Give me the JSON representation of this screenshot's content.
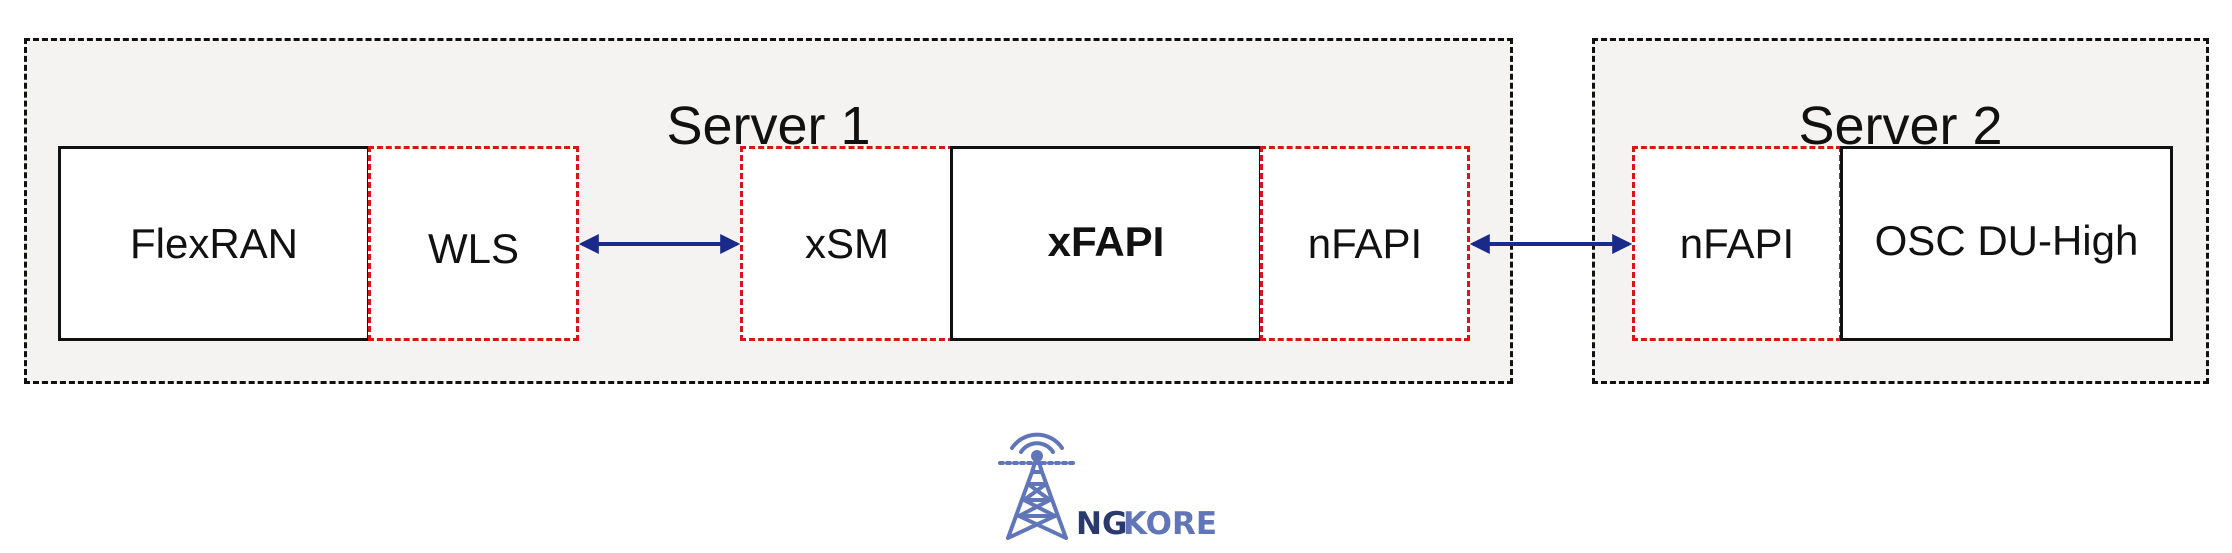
{
  "servers": {
    "server1": {
      "title": "Server 1"
    },
    "server2": {
      "title": "Server 2"
    }
  },
  "blocks": {
    "flexran": "FlexRAN",
    "wls": "WLS",
    "xsm": "xSM",
    "xfapi": "xFAPI",
    "nfapi_s1": "nFAPI",
    "nfapi_s2": "nFAPI",
    "osc_du_high": "OSC DU-High"
  },
  "logo": {
    "text_ng": "NG",
    "text_kore": "KORE"
  },
  "colors": {
    "server_border": "#111111",
    "server_fill": "#f4f3f1",
    "interface_border": "#d9141b",
    "arrow": "#1a2a8a",
    "logo": "#6176b8"
  }
}
